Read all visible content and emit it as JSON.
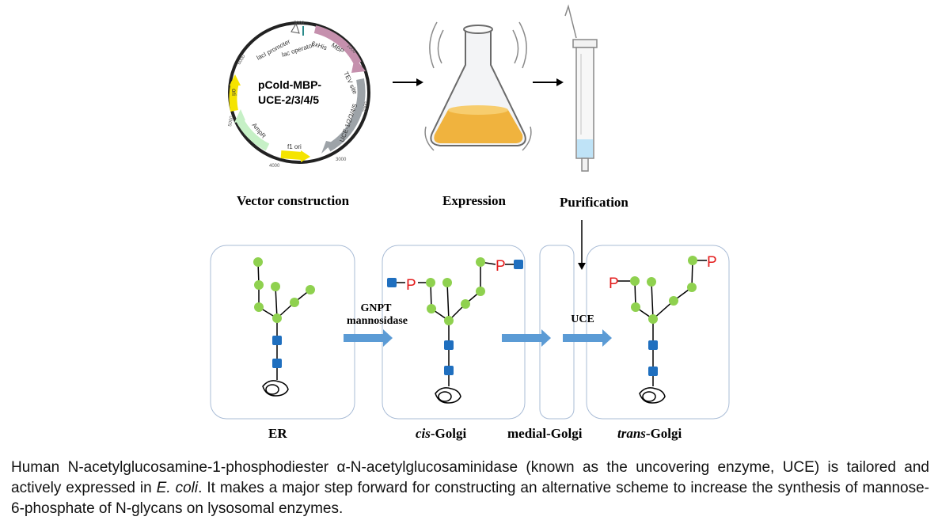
{
  "plasmid": {
    "name_line1": "pCold-MBP-",
    "name_line2": "UCE-2/3/4/5",
    "features": {
      "lacI_promoter": "lacI promoter",
      "lac_operator": "lac operator",
      "his_tag": "6xHis",
      "mbp": "MBP",
      "tev": "TEV site",
      "uce": "UCE-1/2/3/4/5",
      "f1_ori": "f1 ori",
      "ampr": "AmpR",
      "ori": "ori"
    },
    "ticks": [
      "7000",
      "1000",
      "2000",
      "3000",
      "4000",
      "5000",
      "6000"
    ]
  },
  "steps": {
    "vector": "Vector construction",
    "expression": "Expression",
    "purification": "Purification"
  },
  "compartments": {
    "er": "ER",
    "cis_prefix": "cis",
    "cis_suffix": "-Golgi",
    "medial": "medial-Golgi",
    "trans_prefix": "trans",
    "trans_suffix": "-Golgi"
  },
  "enzymes": {
    "gnpt_line1": "GNPT",
    "gnpt_line2": "mannosidase",
    "uce": "UCE"
  },
  "phosphate_label": "P",
  "caption": {
    "part1": "Human N-acetylglucosamine-1-phosphodiester α-N-acetylglucosaminidase (known as the uncovering enzyme, UCE) is tailored and actively expressed in ",
    "italic": "E. coli",
    "part2": ". It makes a major step forward for constructing an alternative scheme to increase the synthesis of mannose-6-phosphate of N-glycans on lysosomal enzymes."
  },
  "colors": {
    "mannose": "#8fd14f",
    "glcnac": "#1f6fbf",
    "phosphate": "#e31b1b",
    "arrow": "#5b9bd5",
    "panel_border": "#a9bcd6"
  }
}
